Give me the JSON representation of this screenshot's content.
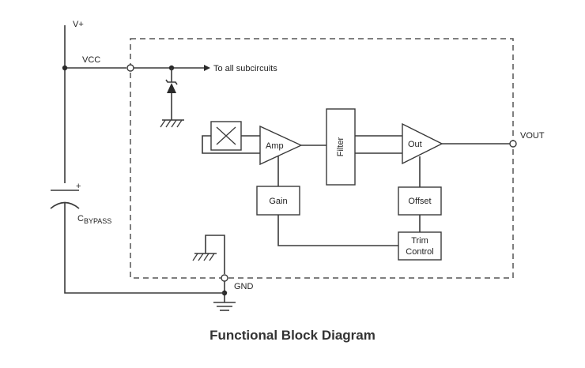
{
  "labels": {
    "v_plus": "V+",
    "vcc": "VCC",
    "to_all_subcircuits": "To all subcircuits",
    "plus_sign": "+",
    "c_bypass_main": "C",
    "c_bypass_sub": "BYPASS",
    "gnd": "GND",
    "vout": "VOUT"
  },
  "blocks": {
    "amp": "Amp",
    "filter": "Filter",
    "out": "Out",
    "gain": "Gain",
    "offset": "Offset",
    "trim_line1": "Trim",
    "trim_line2": "Control"
  },
  "title": "Functional Block Diagram"
}
